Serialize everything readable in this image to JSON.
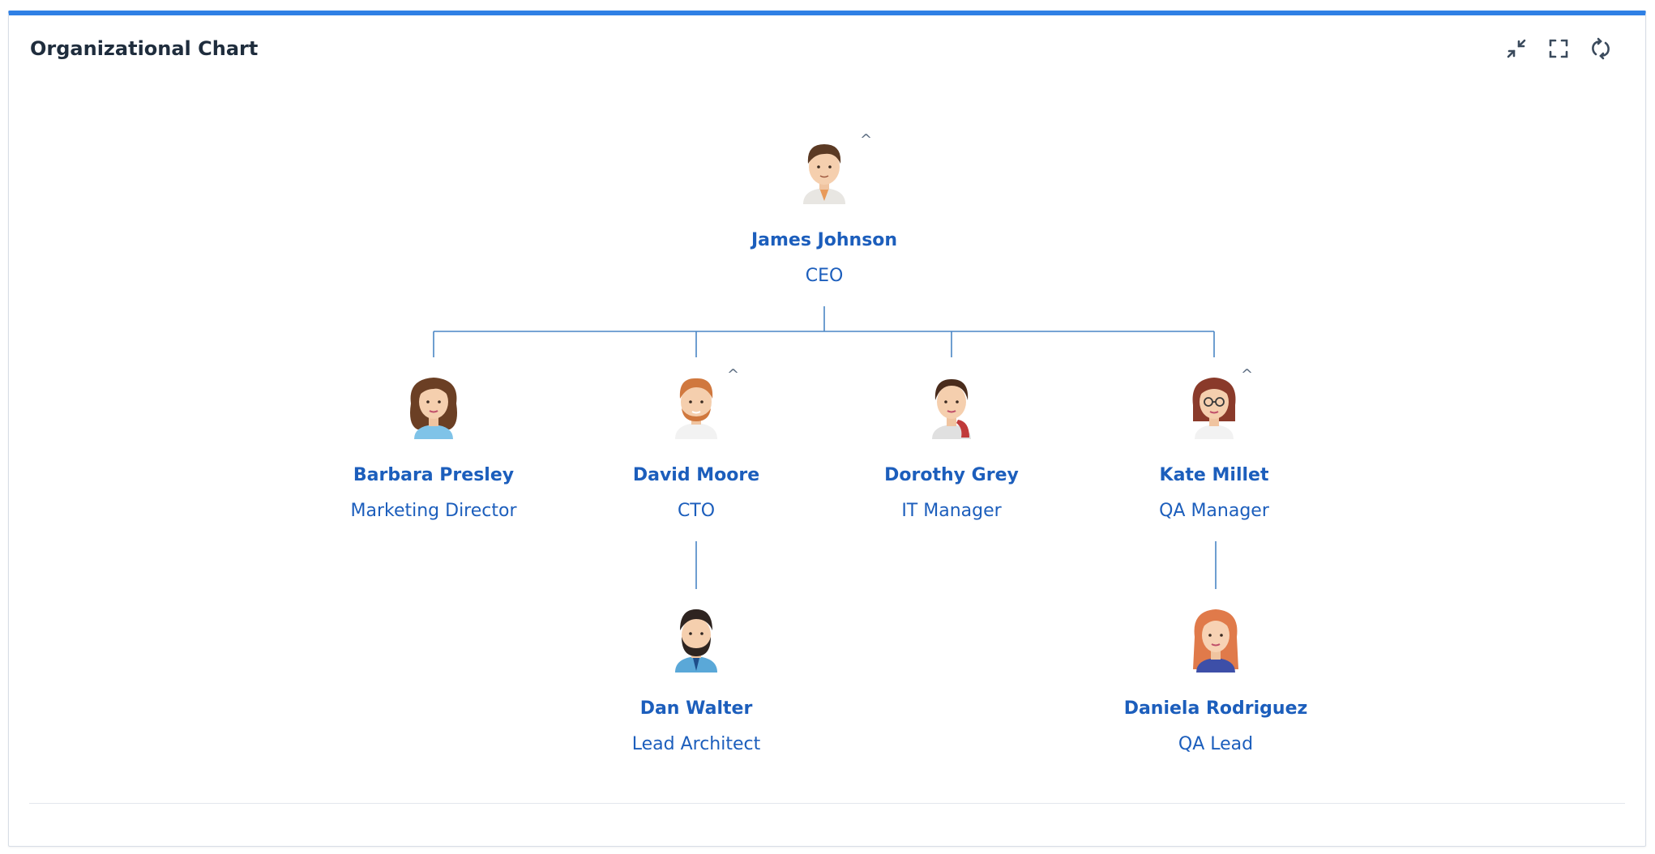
{
  "card": {
    "title": "Organizational Chart"
  },
  "tools": [
    "minimize-icon",
    "fullscreen-icon",
    "refresh-icon"
  ],
  "accent_color": "#2f80e5",
  "text_color": "#1c5ebc",
  "line_color": "#4a86c5",
  "toggle_symbol": "^",
  "org": {
    "ceo": {
      "name": "James Johnson",
      "title": "CEO"
    },
    "barbara": {
      "name": "Barbara Presley",
      "title": "Marketing Director"
    },
    "david": {
      "name": "David Moore",
      "title": "CTO"
    },
    "dorothy": {
      "name": "Dorothy Grey",
      "title": "IT Manager"
    },
    "kate": {
      "name": "Kate Millet",
      "title": "QA Manager"
    },
    "dan": {
      "name": "Dan Walter",
      "title": "Lead Architect"
    },
    "daniela": {
      "name": "Daniela Rodriguez",
      "title": "QA Lead"
    }
  }
}
